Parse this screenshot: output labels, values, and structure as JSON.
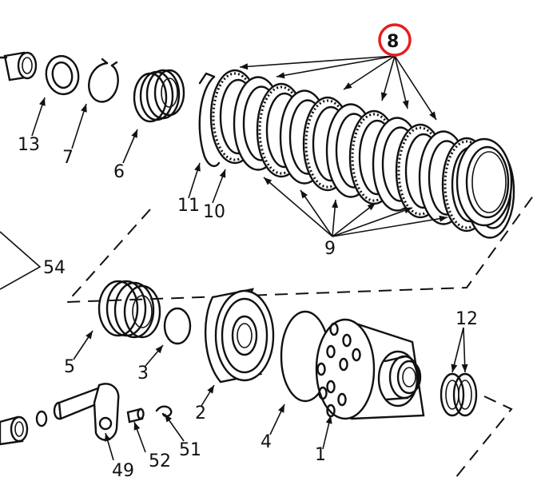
{
  "labels": {
    "p1": "1",
    "p2": "2",
    "p3": "3",
    "p4": "4",
    "p5": "5",
    "p6": "6",
    "p7": "7",
    "p8": "8",
    "p9": "9",
    "p10": "10",
    "p11": "11",
    "p12": "12",
    "p13": "13",
    "p49": "49",
    "p51": "51",
    "p52": "52",
    "p54": "54"
  },
  "highlight": {
    "callout": "8",
    "color": "#e32020"
  },
  "colors": {
    "ink": "#111111",
    "paper": "#ffffff"
  }
}
